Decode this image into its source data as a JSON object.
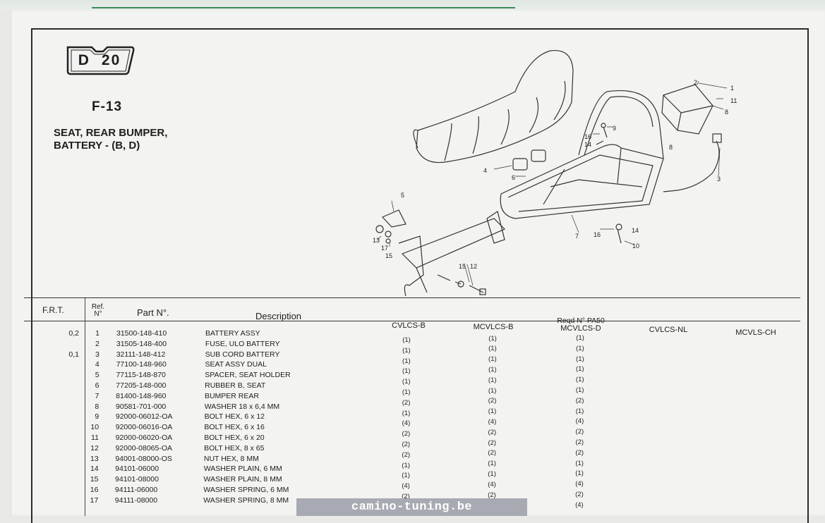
{
  "section": {
    "badge_letter": "D",
    "badge_number": "20"
  },
  "figure": {
    "code": "F-13",
    "title_line1": "SEAT, REAR BUMPER,",
    "title_line2": "BATTERY - (B, D)"
  },
  "diagram_labels": [
    "1",
    "2",
    "3",
    "4",
    "5",
    "6",
    "7",
    "8",
    "8",
    "9",
    "10",
    "11",
    "12",
    "13",
    "14",
    "14",
    "15",
    "15",
    "16",
    "16",
    "17"
  ],
  "table": {
    "headers": {
      "frt": "F.R.T.",
      "ref_line1": "Ref.",
      "ref_line2": "N°",
      "part": "Part N°.",
      "description": "Description",
      "reqd": "Reqd N° PA50",
      "models": [
        "CVLCS-B",
        "MCVLCS-B",
        "MCVLCS-D",
        "CVLCS-NL",
        "MCVLS-CH"
      ]
    },
    "rows": [
      {
        "frt": "0,2",
        "ref": "1",
        "part": "31500-148-410",
        "desc": "BATTERY ASSY",
        "q": [
          "(1)",
          "(1)",
          "(1)"
        ]
      },
      {
        "frt": "",
        "ref": "2",
        "part": "31505-148-400",
        "desc": "FUSE, ULO BATTERY",
        "q": [
          "(1)",
          "(1)",
          "(1)"
        ]
      },
      {
        "frt": "0,1",
        "ref": "3",
        "part": "32111-148-412",
        "desc": "SUB CORD BATTERY",
        "q": [
          "(1)",
          "(1)",
          "(1)"
        ]
      },
      {
        "frt": "",
        "ref": "4",
        "part": "77100-148-960",
        "desc": "SEAT ASSY DUAL",
        "q": [
          "(1)",
          "(1)",
          "(1)"
        ]
      },
      {
        "frt": "",
        "ref": "5",
        "part": "77115-148-870",
        "desc": "SPACER, SEAT HOLDER",
        "q": [
          "(1)",
          "(1)",
          "(1)"
        ]
      },
      {
        "frt": "",
        "ref": "6",
        "part": "77205-148-000",
        "desc": "RUBBER B, SEAT",
        "q": [
          "(1)",
          "(1)",
          "(1)"
        ]
      },
      {
        "frt": "",
        "ref": "7",
        "part": "81400-148-960",
        "desc": "BUMPER REAR",
        "q": [
          "(2)",
          "(2)",
          "(2)"
        ]
      },
      {
        "frt": "",
        "ref": "8",
        "part": "90581-701-000",
        "desc": "WASHER 18 x 6,4 MM",
        "q": [
          "(1)",
          "(1)",
          "(1)"
        ]
      },
      {
        "frt": "",
        "ref": "9",
        "part": "92000-06012-OA",
        "desc": "BOLT HEX, 6 x 12",
        "q": [
          "(4)",
          "(4)",
          "(4)"
        ]
      },
      {
        "frt": "",
        "ref": "10",
        "part": "92000-06016-OA",
        "desc": "BOLT HEX, 6 x 16",
        "q": [
          "(2)",
          "(2)",
          "(2)"
        ]
      },
      {
        "frt": "",
        "ref": "11",
        "part": "92000-06020-OA",
        "desc": "BOLT HEX, 6 x 20",
        "q": [
          "(2)",
          "(2)",
          "(2)"
        ]
      },
      {
        "frt": "",
        "ref": "12",
        "part": "92000-08065-OA",
        "desc": "BOLT HEX, 8 x 65",
        "q": [
          "(2)",
          "(2)",
          "(2)"
        ]
      },
      {
        "frt": "",
        "ref": "13",
        "part": "94001-08000-OS",
        "desc": "NUT HEX, 8 MM",
        "q": [
          "(1)",
          "(1)",
          "(1)"
        ]
      },
      {
        "frt": "",
        "ref": "14",
        "part": "94101-06000",
        "desc": "WASHER PLAIN, 6 MM",
        "q": [
          "(1)",
          "(1)",
          "(1)"
        ]
      },
      {
        "frt": "",
        "ref": "15",
        "part": "94101-08000",
        "desc": "WASHER PLAIN, 8 MM",
        "q": [
          "(4)",
          "(4)",
          "(4)"
        ]
      },
      {
        "frt": "",
        "ref": "16",
        "part": "94111-06000",
        "desc": "WASHER SPRING, 6 MM",
        "q": [
          "(2)",
          "(2)",
          "(2)"
        ]
      },
      {
        "frt": "",
        "ref": "17",
        "part": "94111-08000",
        "desc": "WASHER SPRING, 8 MM",
        "q": [
          "",
          "",
          "(4)"
        ]
      }
    ]
  },
  "footer": {
    "watermark": "camino-tuning.be"
  }
}
